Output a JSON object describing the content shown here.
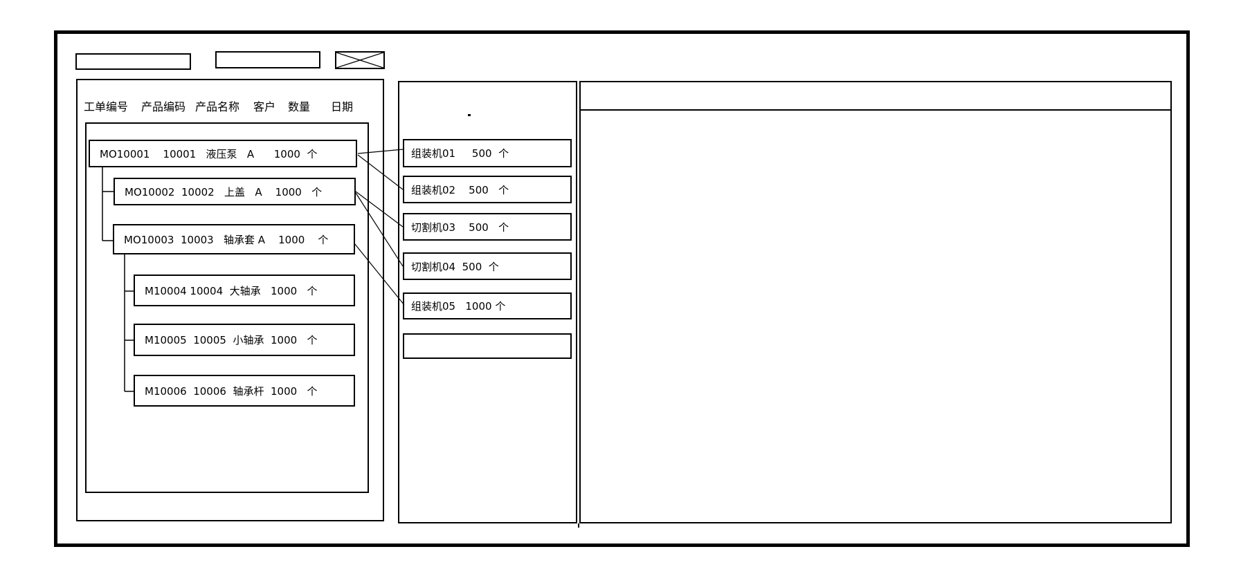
{
  "ui": {
    "toolbar": {
      "input1_value": "",
      "input2_value": "",
      "image_placeholder_icon": "x-crossed-box"
    },
    "work_orders_panel": {
      "columns": [
        "工单编号",
        "产品编码",
        "产品名称",
        "客户",
        "数量",
        "日期"
      ],
      "orders": [
        {
          "order_no": "MO10001",
          "product_code": "10001",
          "product_name": "液压泵",
          "customer": "A",
          "qty": "1000",
          "unit": "个",
          "display": "MO10001    10001   液压泵   A      1000  个"
        },
        {
          "order_no": "MO10002",
          "product_code": "10002",
          "product_name": "上盖",
          "customer": "A",
          "qty": "1000",
          "unit": "个",
          "display": "MO10002  10002   上盖   A    1000   个"
        },
        {
          "order_no": "MO10003",
          "product_code": "10003",
          "product_name": "轴承套",
          "customer": "A",
          "qty": "1000",
          "unit": "个",
          "display": "MO10003  10003   轴承套 A    1000    个"
        },
        {
          "order_no": "M10004",
          "product_code": "10004",
          "product_name": "大轴承",
          "customer": "",
          "qty": "1000",
          "unit": "个",
          "display": "M10004 10004  大轴承   1000   个"
        },
        {
          "order_no": "M10005",
          "product_code": "10005",
          "product_name": "小轴承",
          "customer": "",
          "qty": "1000",
          "unit": "个",
          "display": "M10005  10005  小轴承  1000   个"
        },
        {
          "order_no": "M10006",
          "product_code": "10006",
          "product_name": "轴承杆",
          "customer": "",
          "qty": "1000",
          "unit": "个",
          "display": "M10006  10006  轴承杆  1000   个"
        }
      ]
    },
    "machines_panel": {
      "machines": [
        {
          "name": "组装机01",
          "qty": "500",
          "unit": "个",
          "display": "组装机01     500  个"
        },
        {
          "name": "组装机02",
          "qty": "500",
          "unit": "个",
          "display": "组装机02    500   个"
        },
        {
          "name": "切割机03",
          "qty": "500",
          "unit": "个",
          "display": "切割机03    500   个"
        },
        {
          "name": "切割机04",
          "qty": "500",
          "unit": "个",
          "display": "切割机04  500  个"
        },
        {
          "name": "组装机05",
          "qty": "1000",
          "unit": "个",
          "display": "组装机05   1000 个"
        },
        {
          "name": "",
          "qty": "",
          "unit": "",
          "display": ""
        }
      ]
    },
    "detail_panel": {
      "header_text": ""
    }
  },
  "colors": {
    "line": "#000000",
    "background": "#ffffff"
  }
}
